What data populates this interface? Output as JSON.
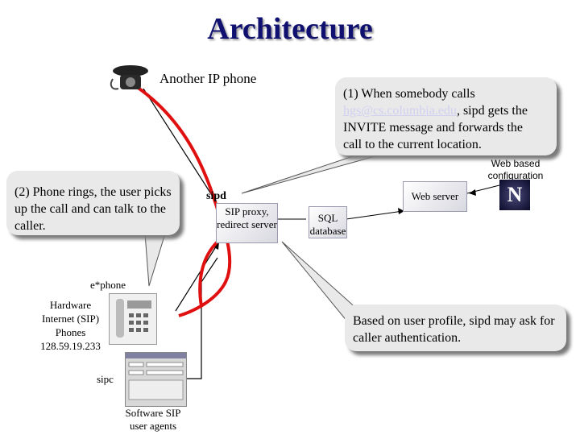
{
  "title": "Architecture",
  "another_phone_label": "Another IP phone",
  "callout1": {
    "line1": "(1) When somebody calls",
    "email": "hgs@cs.columbia.edu",
    "rest1": ", sipd gets the",
    "line3": "INVITE message and forwards the",
    "line4": "call to the current location."
  },
  "callout2": "(2) Phone rings, the user picks up the call and can talk to the caller.",
  "callout3": "Based on user profile, sipd may ask for caller authentication.",
  "sipd": {
    "name": "sipd",
    "desc": "SIP proxy, redirect server"
  },
  "sql": {
    "line1": "SQL",
    "line2": "database"
  },
  "web_server": "Web server",
  "web_config": "Web based configuration",
  "ephone": "e*phone",
  "hardware": {
    "l1": "Hardware",
    "l2": "Internet (SIP)",
    "l3": "Phones",
    "l4": "128.59.19.233"
  },
  "sipc": "sipc",
  "software": {
    "l1": "Software SIP",
    "l2": "user agents"
  },
  "colors": {
    "title": "#101070",
    "call_path": "#e01010",
    "callout_bg": "#e9e9ea"
  }
}
